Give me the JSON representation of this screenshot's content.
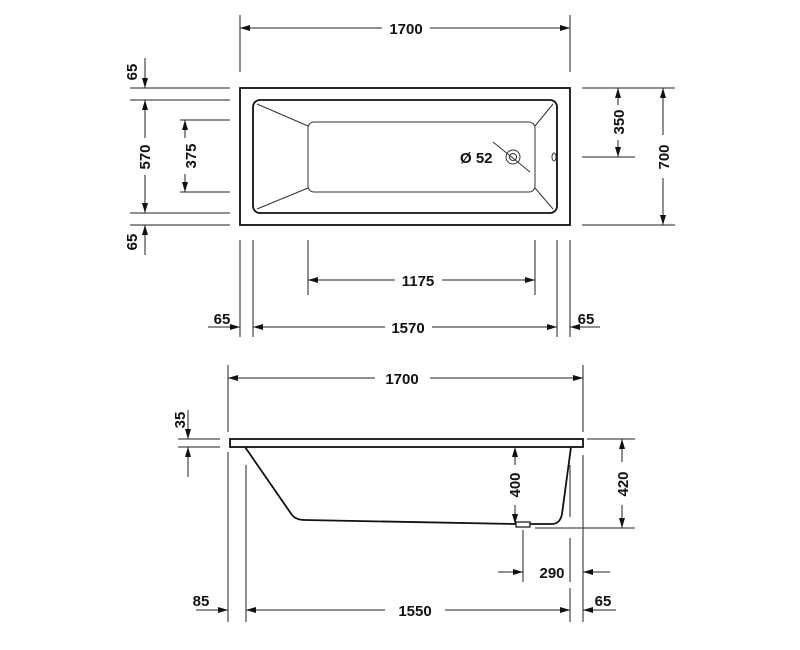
{
  "top_view": {
    "overall_length": "1700",
    "rim_top": "65",
    "inner_width": "570",
    "rim_bottom": "65",
    "floor_width": "375",
    "drain_offset": "350",
    "overall_width": "700",
    "drain_diameter": "Ø 52",
    "floor_length": "1175",
    "rim_left": "65",
    "inner_length": "1570",
    "rim_right": "65"
  },
  "side_view": {
    "overall_length": "1700",
    "rim_thickness": "35",
    "inner_depth": "400",
    "overall_height": "420",
    "drain_from_end": "290",
    "foot_left": "85",
    "base_length": "1550",
    "foot_right": "65"
  }
}
